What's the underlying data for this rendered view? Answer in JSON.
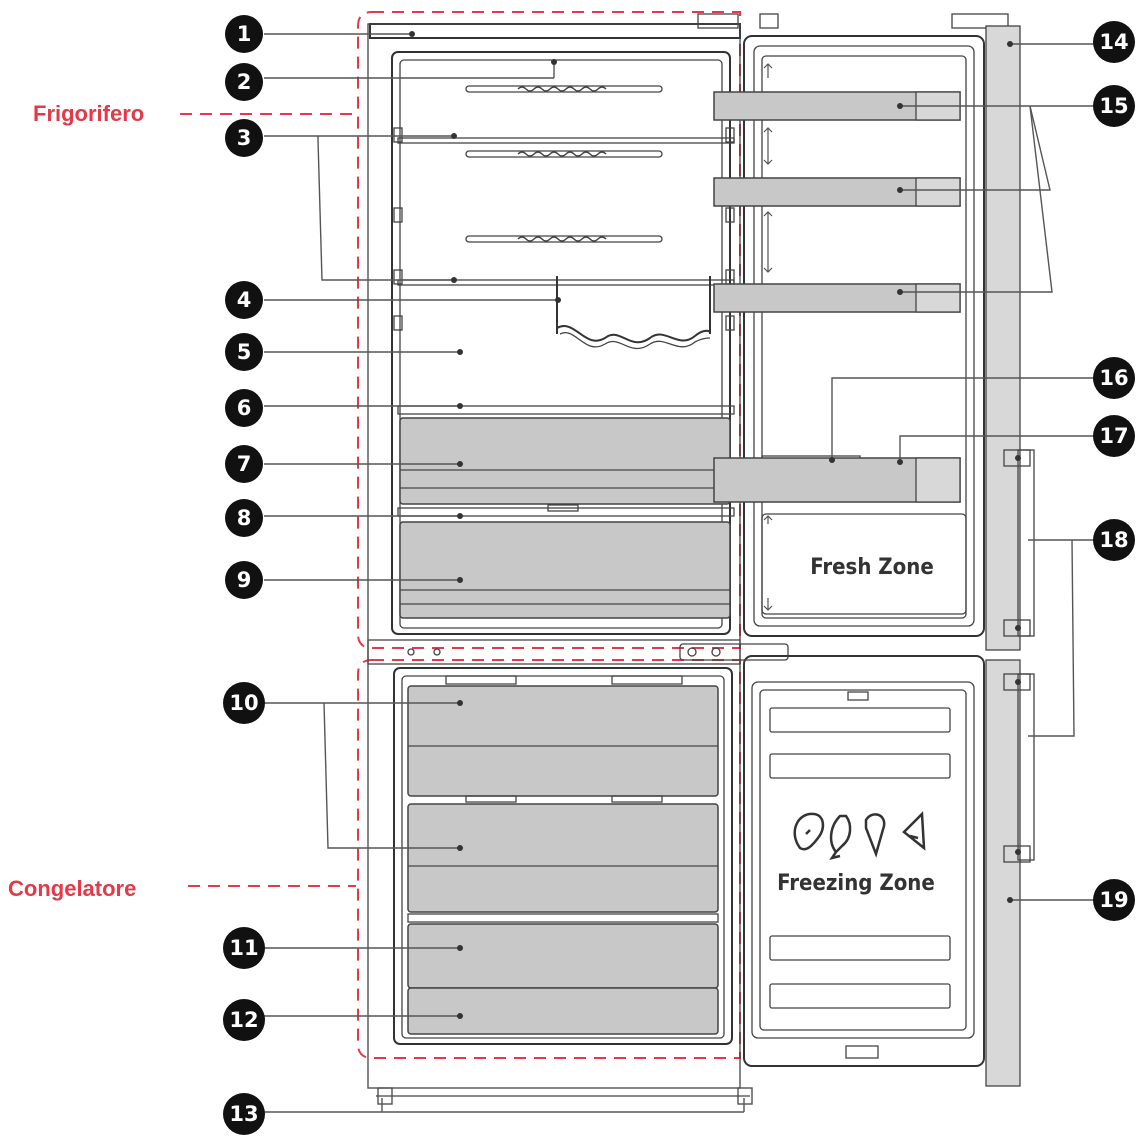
{
  "zones": {
    "fridge_label": "Frigorifero",
    "freezer_label": "Congelatore"
  },
  "door_labels": {
    "fresh_zone": "Fresh Zone",
    "freezing_zone": "Freezing Zone"
  },
  "callouts": [
    "1",
    "2",
    "3",
    "4",
    "5",
    "6",
    "7",
    "8",
    "9",
    "10",
    "11",
    "12",
    "13",
    "14",
    "15",
    "16",
    "17",
    "18",
    "19"
  ],
  "colors": {
    "accent_red": "#e53947",
    "callout_fill": "#111111",
    "shaded_part": "#c8c8c8"
  }
}
